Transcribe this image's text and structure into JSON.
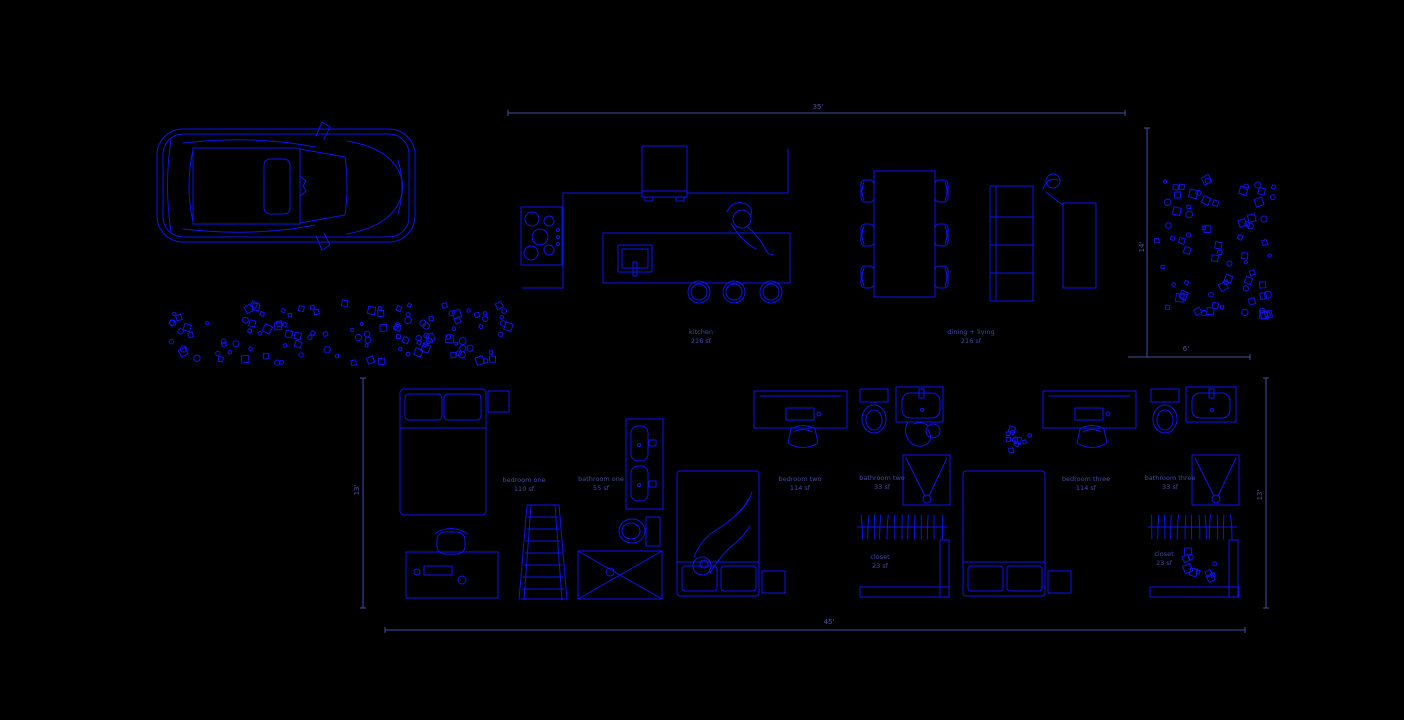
{
  "palette": {
    "background": "#000000",
    "drawing_line": "#0b14ef",
    "dimension_line": "#40509f",
    "label_text": "#3c4ca3"
  },
  "dims": {
    "upper_width": "35'",
    "upper_depth": "14'",
    "entry": "6'",
    "lower_width": "45'",
    "lower_depth_left": "13'",
    "lower_depth_right": "13'"
  },
  "rooms": {
    "kitchen": {
      "name": "kitchen",
      "area": "216 sf"
    },
    "dining": {
      "name": "dining + living",
      "area": "216 sf"
    },
    "bedroom_one": {
      "name": "bedroom one",
      "area": "110 sf"
    },
    "bathroom_one": {
      "name": "bathroom one",
      "area": "55 sf"
    },
    "bedroom_two": {
      "name": "bedroom two",
      "area": "114 sf"
    },
    "bathroom_two": {
      "name": "bathroom two",
      "area": "33 sf"
    },
    "bedroom_three": {
      "name": "bedroom three",
      "area": "114 sf"
    },
    "bathroom_three": {
      "name": "bathroom three",
      "area": "33 sf"
    },
    "closet_one": {
      "name": "closet",
      "area": "23 sf"
    },
    "closet_two": {
      "name": "closet",
      "area": "23 sf"
    }
  }
}
